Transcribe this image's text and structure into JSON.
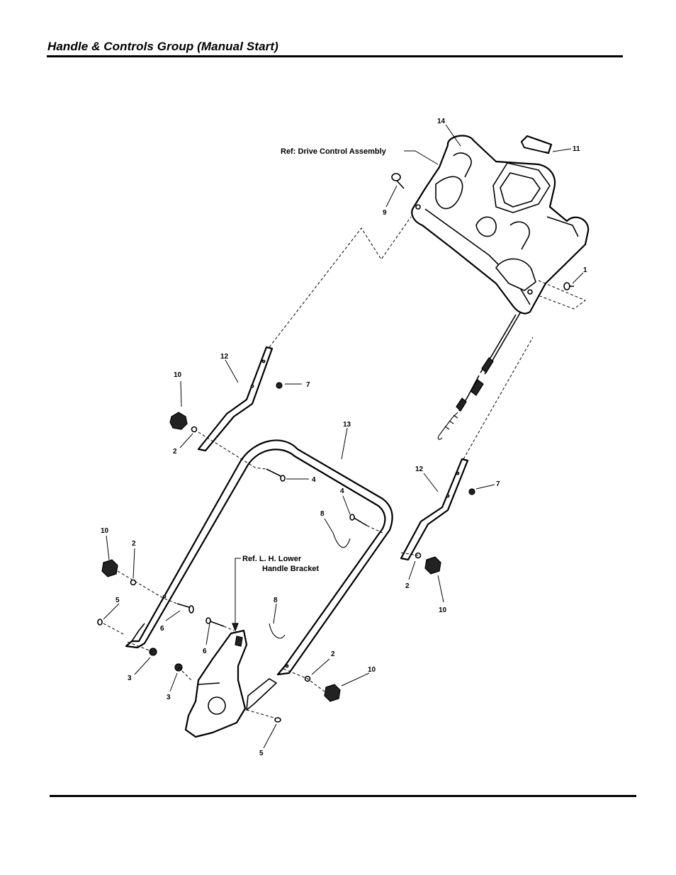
{
  "header": {
    "title": "Handle & Controls Group (Manual Start)"
  },
  "references": {
    "drive_control": "Ref: Drive Control Assembly",
    "lower_bracket_line1": "Ref. L. H. Lower",
    "lower_bracket_line2": "Handle Bracket"
  },
  "callouts": {
    "c14": "14",
    "c11": "11",
    "c9": "9",
    "c1": "1",
    "c12a": "12",
    "c7a": "7",
    "c10a": "10",
    "c2a": "2",
    "c13": "13",
    "c4a": "4",
    "c4b": "4",
    "c8a": "8",
    "c12b": "12",
    "c7b": "7",
    "c2b": "2",
    "c10b": "10",
    "c10c": "10",
    "c2c": "2",
    "c5a": "5",
    "c6a": "6",
    "c3a": "3",
    "c8b": "8",
    "c6b": "6",
    "c3b": "3",
    "c2d": "2",
    "c10d": "10",
    "c5b": "5"
  }
}
